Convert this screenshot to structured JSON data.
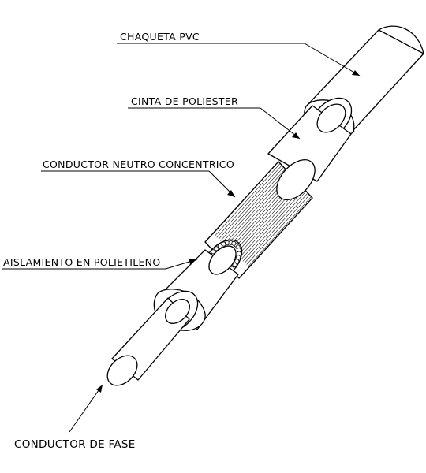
{
  "labels": {
    "chaqueta": "CHAQUETA PVC",
    "cinta": "CINTA DE POLIESTER",
    "neutro": "CONDUCTOR NEUTRO CONCENTRICO",
    "aislamiento": "AISLAMIENTO EN POLIETILENO",
    "fase": "CONDUCTOR DE FASE"
  }
}
